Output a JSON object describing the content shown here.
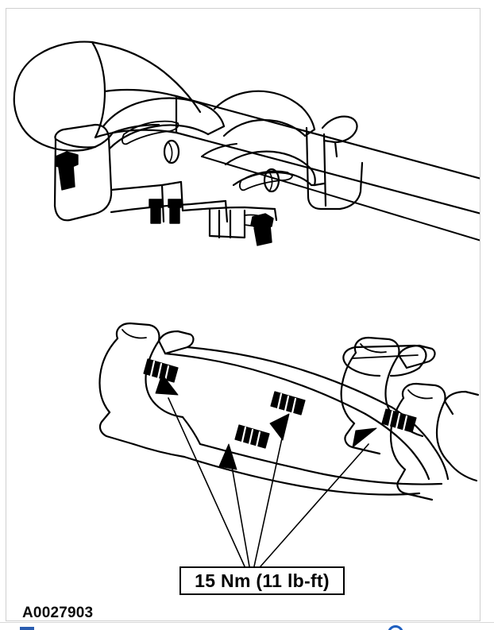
{
  "document": {
    "type": "service-manual-illustration",
    "figure_id": "A0027903",
    "subject": "Exhaust manifold and heat shield bracket assembly"
  },
  "callout": {
    "torque_label": "15 Nm (11 lb-ft)",
    "torque_value_nm": 15,
    "torque_value_lbft": 11,
    "leader_count": 4
  },
  "colors": {
    "line": "#000000",
    "background": "#ffffff",
    "page_border": "#cfcfcf",
    "chrome_blue": "#1f5fbf"
  },
  "upper_assembly": {
    "name": "exhaust-pipe-and-bracket-assembly",
    "fasteners": 4
  },
  "lower_assembly": {
    "name": "exhaust-manifold-with-studs",
    "studs": 4
  }
}
